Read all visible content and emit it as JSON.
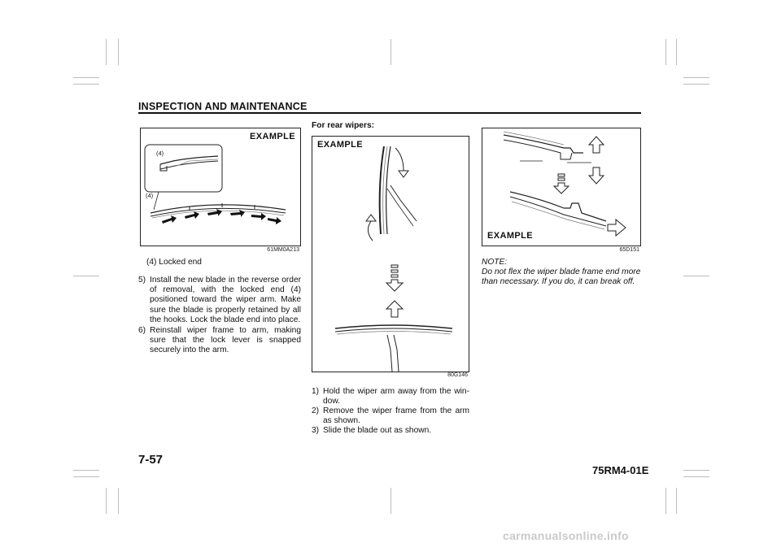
{
  "header": {
    "title": "INSPECTION AND MAINTENANCE"
  },
  "figures": {
    "fig1": {
      "example_label": "EXAMPLE",
      "callout_top": "(4)",
      "callout_bottom": "(4)",
      "code": "61MM0A213"
    },
    "fig2": {
      "example_label": "EXAMPLE",
      "code": "80G146"
    },
    "fig3": {
      "example_label": "EXAMPLE",
      "code": "65D151"
    }
  },
  "column1": {
    "legend": "(4) Locked end",
    "steps": [
      {
        "num": "5)",
        "text": "Install the new blade in the reverse order of removal, with the locked end (4) positioned toward the wiper arm. Make sure the blade is properly retained by all the hooks. Lock the blade end into place."
      },
      {
        "num": "6)",
        "text": "Reinstall wiper frame to arm, making sure that the lock lever is snapped securely into the arm."
      }
    ]
  },
  "column2": {
    "heading": "For rear wipers:",
    "steps": [
      {
        "num": "1)",
        "text": "Hold the wiper arm away from the win- dow."
      },
      {
        "num": "2)",
        "text": "Remove the wiper frame from the arm as shown."
      },
      {
        "num": "3)",
        "text": "Slide the blade out as shown."
      }
    ]
  },
  "column3": {
    "note_label": "NOTE:",
    "note_text": "Do not flex the wiper blade frame end more than necessary. If you do, it can break off."
  },
  "footer": {
    "page_number": "7-57",
    "doc_code": "75RM4-01E",
    "watermark": "carmanualsonline.info"
  }
}
